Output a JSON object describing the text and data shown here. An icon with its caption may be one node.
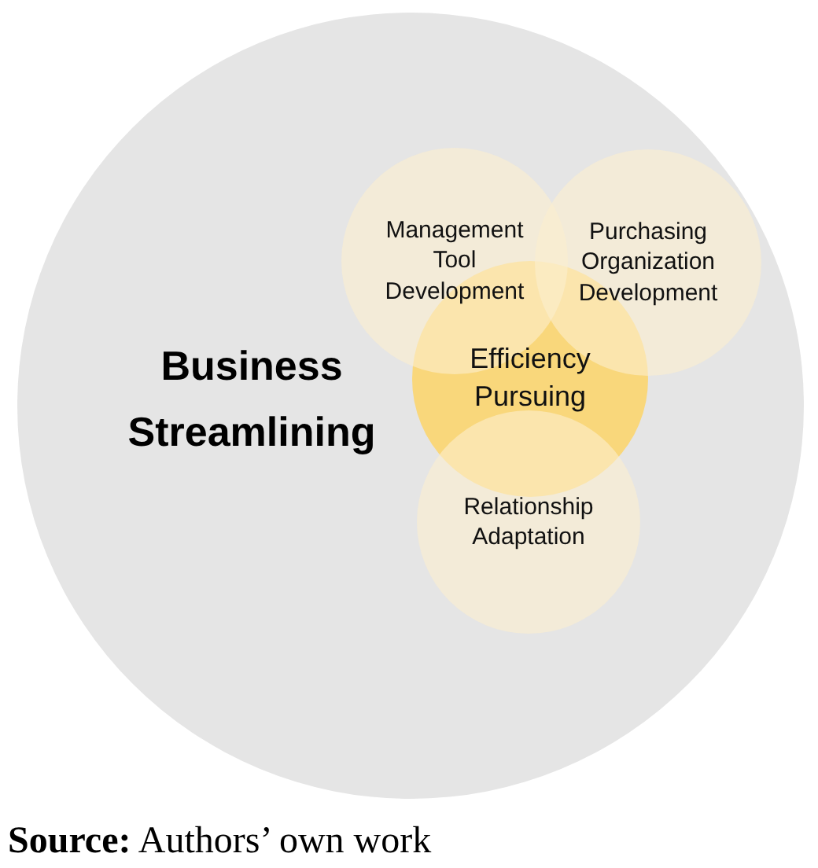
{
  "diagram": {
    "caption": "**Source:** Authors’ own work",
    "nodes": [
      {
        "text": [
          "Business Streamlining"
        ]
      },
      {
        "text": [
          "Management Tool Development"
        ],
        "in": 0
      },
      {
        "text": [
          "Purchasing Organization Development"
        ],
        "in": 0
      },
      {
        "text": [
          "Efficiency Pursuing"
        ],
        "in": 0
      },
      {
        "text": [
          "Relationship Adaptation"
        ],
        "in": 0
      }
    ]
  }
}
